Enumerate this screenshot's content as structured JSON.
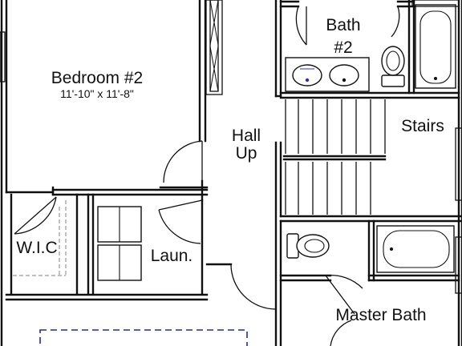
{
  "floorplan": {
    "rooms": {
      "bedroom2": {
        "name": "Bedroom #2",
        "dimensions": "11'-10\" x 11'-8\""
      },
      "hall": {
        "line1": "Hall",
        "line2": "Up"
      },
      "bath2": {
        "line1": "Bath",
        "line2": "#2"
      },
      "stairs": {
        "name": "Stairs"
      },
      "wic": {
        "name": "W.I.C"
      },
      "laundry": {
        "name": "Laun."
      },
      "master_bath": {
        "name": "Master Bath"
      }
    },
    "colors": {
      "walls": "#111111",
      "dashed_overhead": "#9a9a9a",
      "ceiling_outline": "#1f2f8f",
      "sink_accent": "#2a2ad0"
    },
    "icons": [
      "sink-icon",
      "toilet-icon",
      "bathtub-icon",
      "washer-dryer-icon",
      "door-swing-icon"
    ]
  }
}
